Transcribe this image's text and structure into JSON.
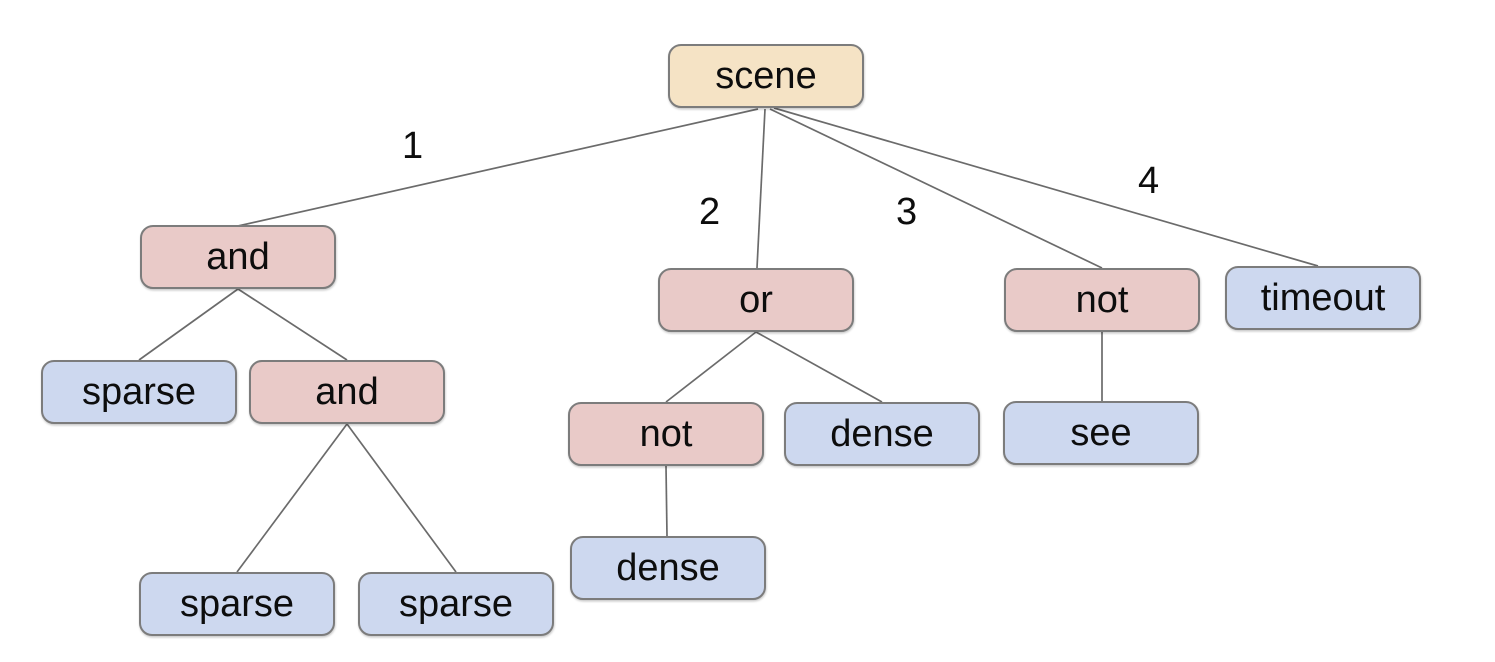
{
  "diagram": {
    "type": "tree",
    "colors": {
      "root_fill": "#f5e3c5",
      "operator_fill": "#e9cac8",
      "leaf_fill": "#cdd8ef",
      "node_border": "#7c7c7c",
      "edge_stroke": "#6b6b6b",
      "text": "#0d0d0d",
      "background": "#ffffff"
    },
    "nodes": [
      {
        "id": "scene",
        "label": "scene",
        "type": "root"
      },
      {
        "id": "and-1",
        "label": "and",
        "type": "operator"
      },
      {
        "id": "or",
        "label": "or",
        "type": "operator"
      },
      {
        "id": "not-right",
        "label": "not",
        "type": "operator"
      },
      {
        "id": "timeout",
        "label": "timeout",
        "type": "leaf"
      },
      {
        "id": "sparse-1",
        "label": "sparse",
        "type": "leaf"
      },
      {
        "id": "and-2",
        "label": "and",
        "type": "operator"
      },
      {
        "id": "not-mid",
        "label": "not",
        "type": "operator"
      },
      {
        "id": "dense-1",
        "label": "dense",
        "type": "leaf"
      },
      {
        "id": "see",
        "label": "see",
        "type": "leaf"
      },
      {
        "id": "dense-2",
        "label": "dense",
        "type": "leaf"
      },
      {
        "id": "sparse-2",
        "label": "sparse",
        "type": "leaf"
      },
      {
        "id": "sparse-3",
        "label": "sparse",
        "type": "leaf"
      }
    ],
    "edge_labels": [
      {
        "text": "1"
      },
      {
        "text": "2"
      },
      {
        "text": "3"
      },
      {
        "text": "4"
      }
    ],
    "edges": [
      {
        "from": "scene",
        "to": "and-1",
        "label": "1"
      },
      {
        "from": "scene",
        "to": "or",
        "label": "2"
      },
      {
        "from": "scene",
        "to": "not-right",
        "label": "3"
      },
      {
        "from": "scene",
        "to": "timeout",
        "label": "4"
      },
      {
        "from": "and-1",
        "to": "sparse-1",
        "label": ""
      },
      {
        "from": "and-1",
        "to": "and-2",
        "label": ""
      },
      {
        "from": "and-2",
        "to": "sparse-2",
        "label": ""
      },
      {
        "from": "and-2",
        "to": "sparse-3",
        "label": ""
      },
      {
        "from": "or",
        "to": "not-mid",
        "label": ""
      },
      {
        "from": "or",
        "to": "dense-1",
        "label": ""
      },
      {
        "from": "not-mid",
        "to": "dense-2",
        "label": ""
      },
      {
        "from": "not-right",
        "to": "see",
        "label": ""
      }
    ]
  }
}
